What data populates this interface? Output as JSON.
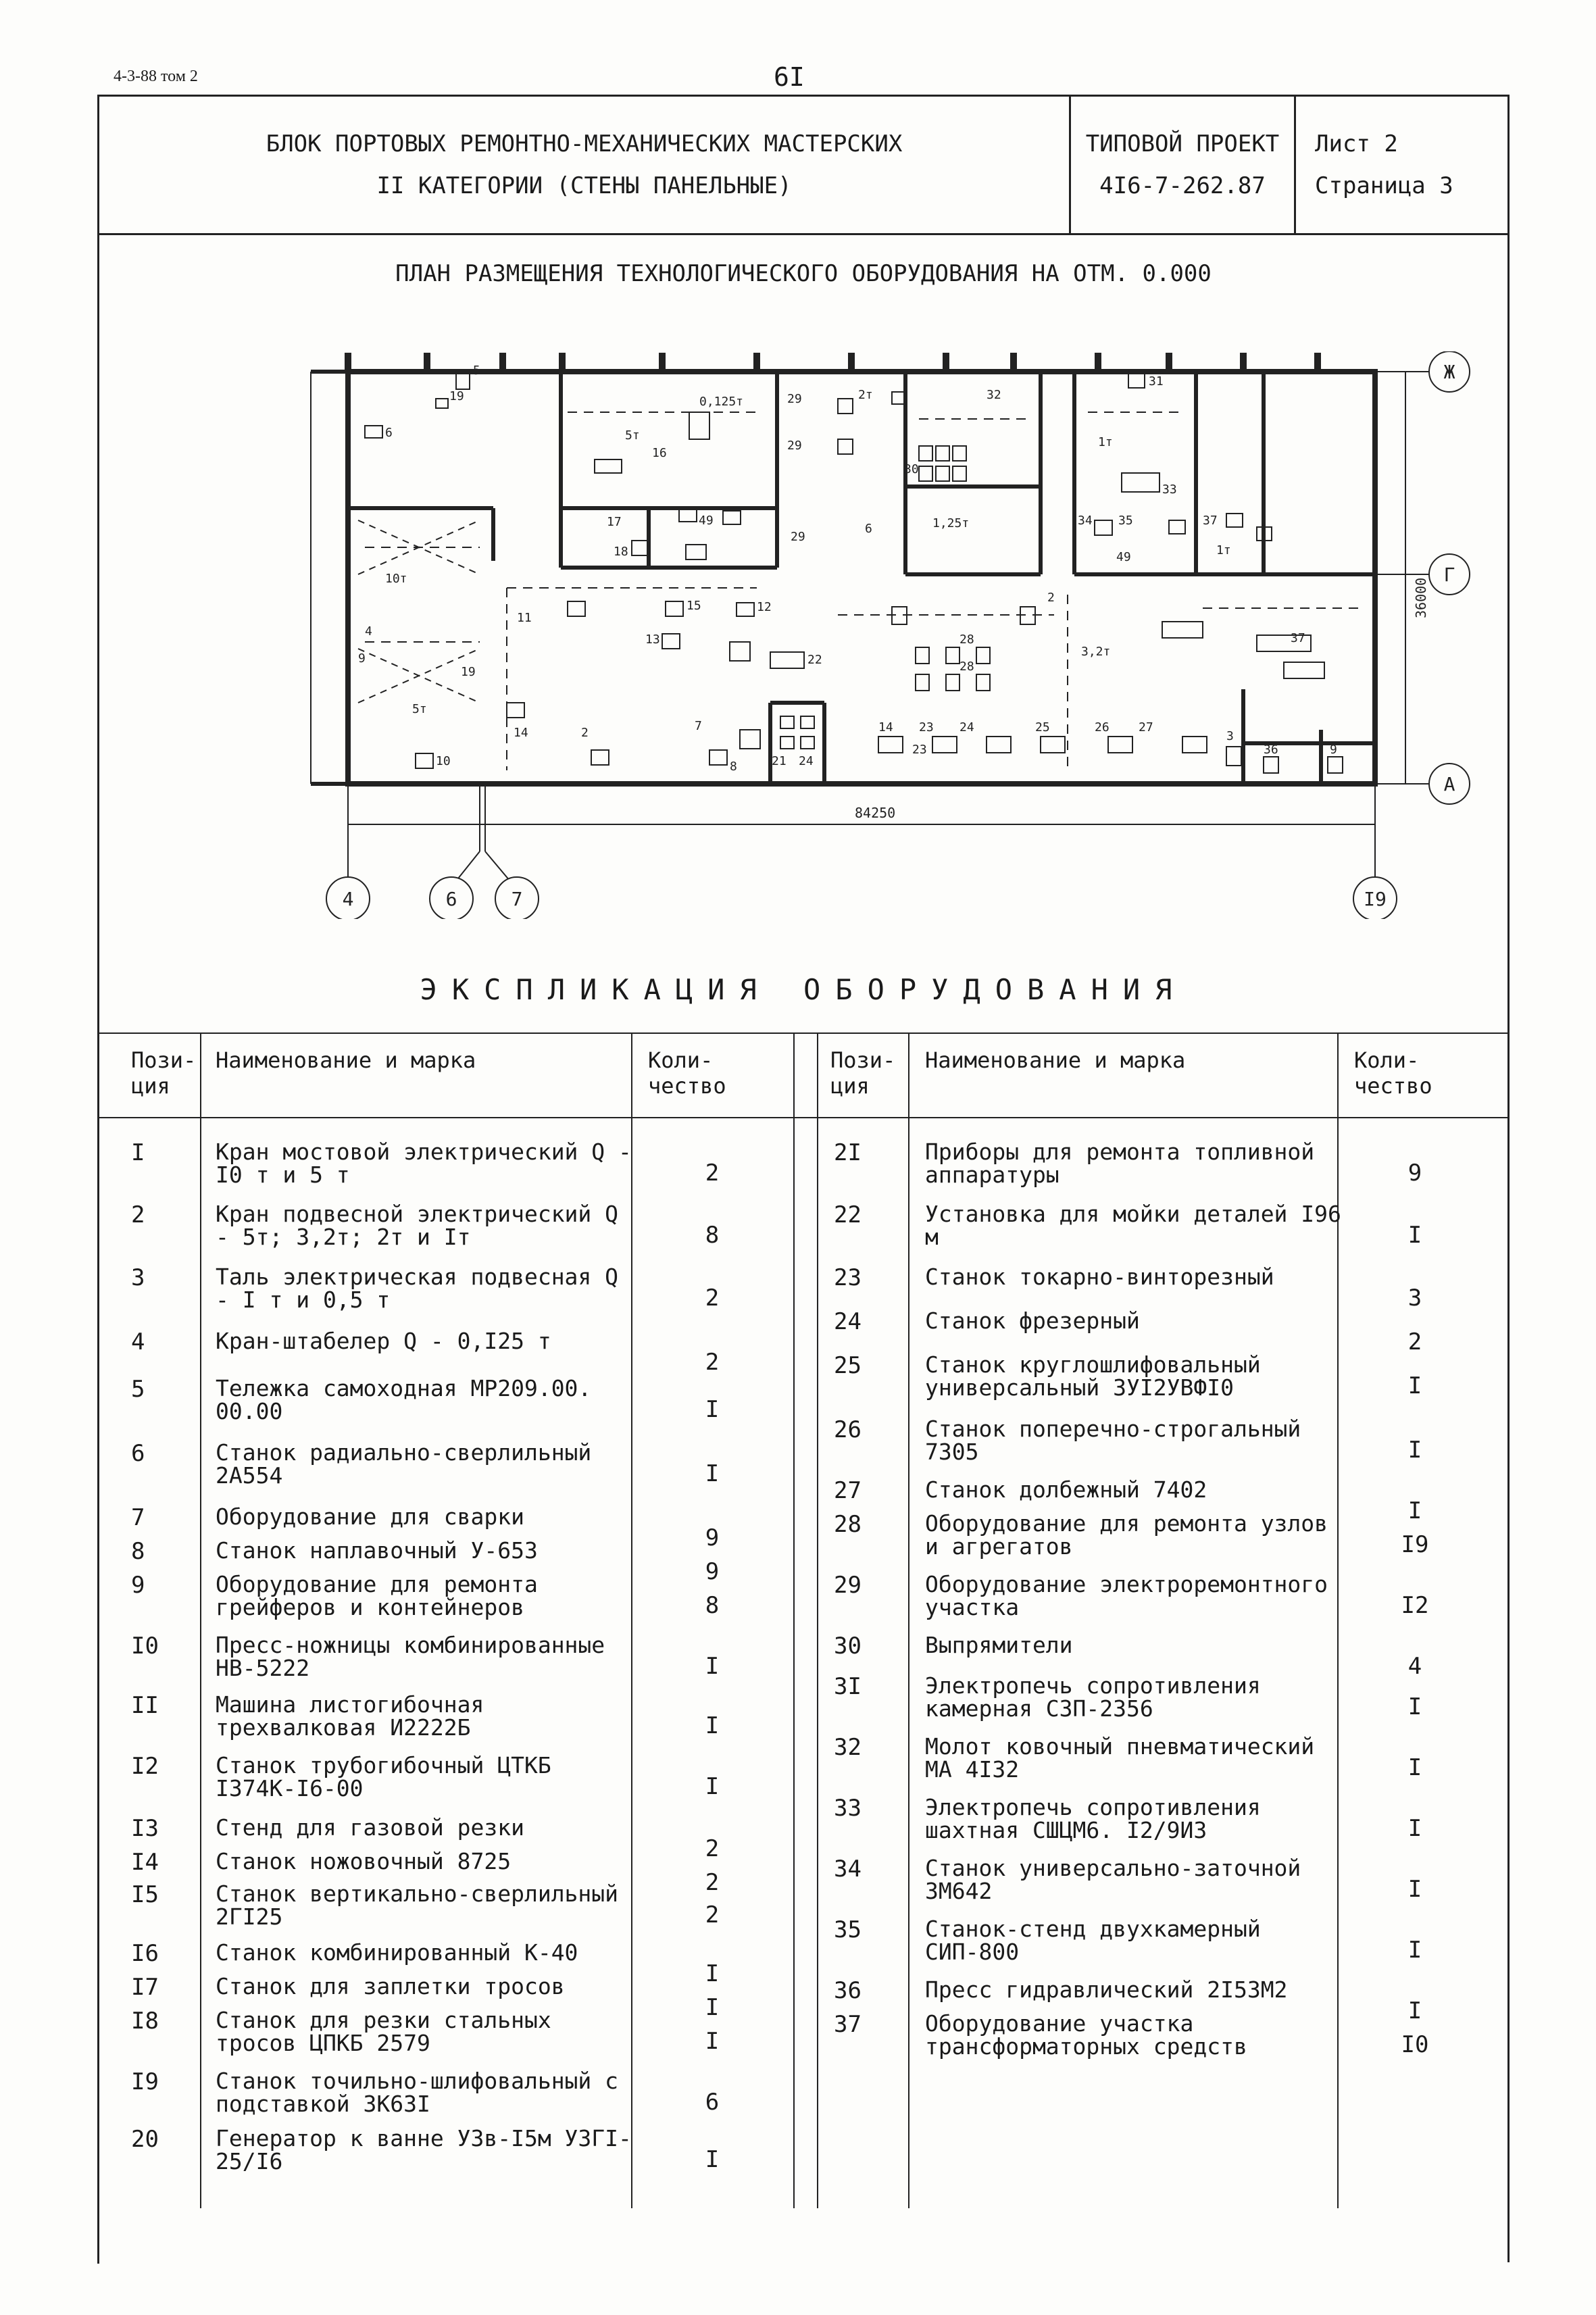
{
  "header": {
    "doc_code": "4-3-88 том 2",
    "page_number": "6I"
  },
  "title_block": {
    "name_line1": "БЛОК ПОРТОВЫХ РЕМОНТНО-МЕХАНИЧЕСКИХ МАСТЕРСКИХ",
    "name_line2": "II КАТЕГОРИИ (СТЕНЫ ПАНЕЛЬНЫЕ)",
    "project_label": "ТИПОВОЙ ПРОЕКТ",
    "project_number": "4I6-7-262.87",
    "sheet": "Лист 2",
    "page": "Страница 3"
  },
  "plan": {
    "title": "ПЛАН РАЗМЕЩЕНИЯ ТЕХНОЛОГИЧЕСКОГО ОБОРУДОВАНИЯ НА ОТМ. 0.000",
    "dim_length": "84250",
    "dim_width": "36000",
    "axis_row": [
      "Ж",
      "Г",
      "А"
    ],
    "axis_col": [
      "4",
      "6",
      "7",
      "I9"
    ],
    "labels": [
      "5",
      "19",
      "6",
      "5т",
      "16",
      "0,125т",
      "29",
      "29",
      "2т",
      "30",
      "32",
      "1т",
      "31",
      "33",
      "17",
      "49",
      "18",
      "29",
      "6",
      "1,25т",
      "34",
      "35",
      "37",
      "1т",
      "49",
      "10т",
      "11",
      "15",
      "12",
      "13",
      "22",
      "2",
      "28",
      "28",
      "3,2т",
      "37",
      "4",
      "9",
      "5т",
      "19",
      "10",
      "14",
      "2",
      "7",
      "8",
      "21",
      "24",
      "14",
      "23",
      "24",
      "23",
      "25",
      "26",
      "27",
      "3",
      "36",
      "9"
    ]
  },
  "explication": {
    "title": "ЭКСПЛИКАЦИЯ ОБОРУДОВАНИЯ",
    "headers": {
      "pos": "Пози-\nция",
      "name": "Наименование и марка",
      "qty": "Коли-\nчество"
    },
    "left": [
      {
        "pos": "I",
        "name": "Кран мостовой электрический Q - I0 т и 5 т",
        "qty": "2"
      },
      {
        "pos": "2",
        "name": "Кран подвесной электрический Q - 5т; 3,2т; 2т и Iт",
        "qty": "8"
      },
      {
        "pos": "3",
        "name": "Таль электрическая подвесная Q - I т и 0,5 т",
        "qty": "2"
      },
      {
        "pos": "4",
        "name": "Кран-штабелер Q - 0,I25 т",
        "qty": "2"
      },
      {
        "pos": "5",
        "name": "Тележка самоходная МР209.00. 00.00",
        "qty": "I"
      },
      {
        "pos": "6",
        "name": "Станок радиально-сверлильный 2А554",
        "qty": "I"
      },
      {
        "pos": "7",
        "name": "Оборудование для сварки",
        "qty": "9"
      },
      {
        "pos": "8",
        "name": "Станок наплавочный У-653",
        "qty": "9"
      },
      {
        "pos": "9",
        "name": "Оборудование для ремонта грейферов и контейнеров",
        "qty": "8"
      },
      {
        "pos": "I0",
        "name": "Пресс-ножницы комбинированные НВ-5222",
        "qty": "I"
      },
      {
        "pos": "II",
        "name": "Машина листогибочная трехвалковая И2222Б",
        "qty": "I"
      },
      {
        "pos": "I2",
        "name": "Станок трубогибочный ЦТКБ I374К-I6-00",
        "qty": "I"
      },
      {
        "pos": "I3",
        "name": "Стенд для газовой резки",
        "qty": "2"
      },
      {
        "pos": "I4",
        "name": "Станок ножовочный 8725",
        "qty": "2"
      },
      {
        "pos": "I5",
        "name": "Станок вертикально-сверлильный 2ГI25",
        "qty": "2"
      },
      {
        "pos": "I6",
        "name": "Станок комбинированный К-40",
        "qty": "I"
      },
      {
        "pos": "I7",
        "name": "Станок для заплетки тросов",
        "qty": "I"
      },
      {
        "pos": "I8",
        "name": "Станок для резки стальных тросов ЦПКБ 2579",
        "qty": "I"
      },
      {
        "pos": "I9",
        "name": "Станок точильно-шлифовальный с подставкой 3К63I",
        "qty": "6"
      },
      {
        "pos": "20",
        "name": "Генератор к ванне УЗв-I5м УЗГI-25/I6",
        "qty": "I"
      }
    ],
    "right": [
      {
        "pos": "2I",
        "name": "Приборы для ремонта топливной аппаратуры",
        "qty": "9"
      },
      {
        "pos": "22",
        "name": "Установка для мойки деталей I96 м",
        "qty": "I"
      },
      {
        "pos": "23",
        "name": "Станок токарно-винторезный",
        "qty": "3"
      },
      {
        "pos": "24",
        "name": "Станок фрезерный",
        "qty": "2"
      },
      {
        "pos": "25",
        "name": "Станок круглошлифовальный универсальный 3УI2УВФI0",
        "qty": "I"
      },
      {
        "pos": "26",
        "name": "Станок поперечно-строгальный 7305",
        "qty": "I"
      },
      {
        "pos": "27",
        "name": "Станок долбежный 7402",
        "qty": "I"
      },
      {
        "pos": "28",
        "name": "Оборудование для ремонта узлов и агрегатов",
        "qty": "I9"
      },
      {
        "pos": "29",
        "name": "Оборудование электроремонтного участка",
        "qty": "I2"
      },
      {
        "pos": "30",
        "name": "Выпрямители",
        "qty": "4"
      },
      {
        "pos": "3I",
        "name": "Электропечь сопротивления камерная СЗП-2356",
        "qty": "I"
      },
      {
        "pos": "32",
        "name": "Молот ковочный пневматический МА 4I32",
        "qty": "I"
      },
      {
        "pos": "33",
        "name": "Электропечь сопротивления шахтная СШЦМ6. I2/9ИЗ",
        "qty": "I"
      },
      {
        "pos": "34",
        "name": "Станок универсально-заточной 3М642",
        "qty": "I"
      },
      {
        "pos": "35",
        "name": "Станок-стенд двухкамерный СИП-800",
        "qty": "I"
      },
      {
        "pos": "36",
        "name": "Пресс гидравлический 2I53М2",
        "qty": "I"
      },
      {
        "pos": "37",
        "name": "Оборудование участка трансформаторных средств",
        "qty": "I0"
      }
    ]
  }
}
